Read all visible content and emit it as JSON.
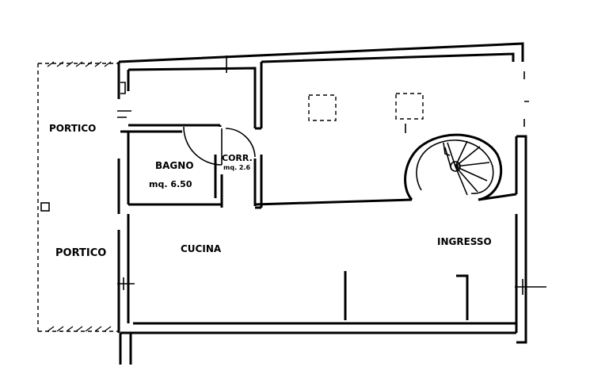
{
  "rooms": {
    "portico_top": "PORTICO",
    "portico_bottom": "PORTICO",
    "bagno": "BAGNO",
    "bagno_area": "mq. 6.50",
    "corr": "CORR.",
    "corr_area": "mq. 2.6",
    "cucina": "CUCINA",
    "ingresso": "INGRESSO"
  }
}
